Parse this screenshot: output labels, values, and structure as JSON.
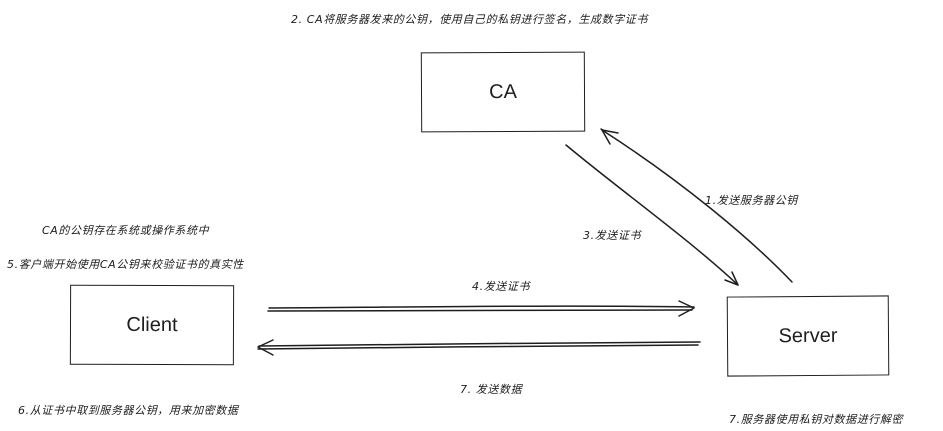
{
  "nodes": {
    "ca": "CA",
    "client": "Client",
    "server": "Server"
  },
  "labels": {
    "step2": "2. CA将服务器发来的公钥，使用自己的私钥进行签名，生成数字证书",
    "step1": "1.发送服务器公钥",
    "step3": "3.发送证书",
    "ca_pubkey": "CA的公钥存在系统或操作系统中",
    "step5": "5.客户端开始使用CA公钥来校验证书的真实性",
    "step4": "4.发送证书",
    "step7_send": "7. 发送数据",
    "step6": "6.从证书中取到服务器公钥，用来加密数据",
    "step7_server": "7.服务器使用私钥对数据进行解密"
  },
  "colors": {
    "stroke": "#1e1e1e",
    "background": "#ffffff"
  }
}
